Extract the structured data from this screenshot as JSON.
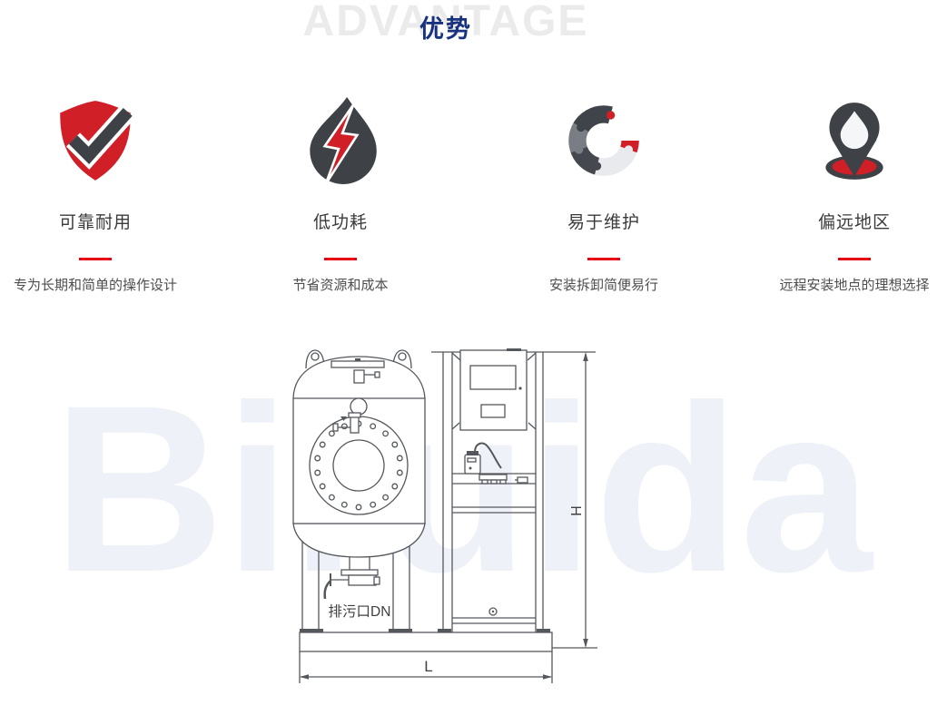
{
  "header": {
    "background_word": "ADVANTAGE",
    "title": "优势"
  },
  "features": [
    {
      "icon": "shield-check-icon",
      "title": "可靠耐用",
      "description": "专为长期和简单的操作设计"
    },
    {
      "icon": "drop-lightning-icon",
      "title": "低功耗",
      "description": "节省资源和成本"
    },
    {
      "icon": "puzzle-ring-icon",
      "title": "易于维护",
      "description": "安装拆卸简便易行"
    },
    {
      "icon": "location-pin-icon",
      "title": "偏远地区",
      "description": "远程安装地点的理想选择"
    }
  ],
  "diagram": {
    "watermark": "Biruida",
    "drain_label": "排污口DN",
    "dim_height_label": "H",
    "dim_length_label": "L"
  },
  "colors": {
    "accent_red": "#d01f26",
    "title_blue": "#17327e",
    "divider_red": "#e60012",
    "icon_dark_gray": "#3e4146",
    "drawing_line_gray": "#54575c",
    "background_word_gray": "#ebebeb",
    "watermark_gray": "#eef1f7"
  }
}
